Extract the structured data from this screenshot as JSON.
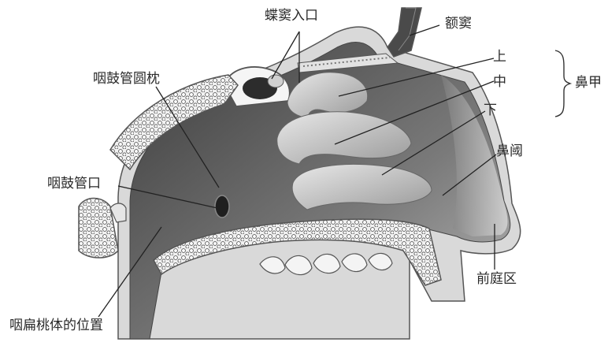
{
  "labels": {
    "sphenoid_opening": "蝶窦入口",
    "frontal_sinus": "额窦",
    "torus_tubarius": "咽鼓管圆枕",
    "superior": "上",
    "middle": "中",
    "inferior": "下",
    "conchae": "鼻甲",
    "nasal_limen": "鼻阈",
    "eustachian_orifice": "咽鼓管口",
    "vestibule": "前庭区",
    "adenoid_position": "咽扁桃体的位置"
  }
}
